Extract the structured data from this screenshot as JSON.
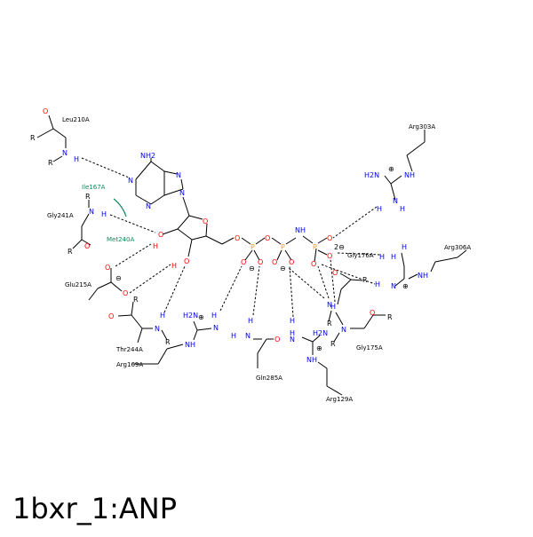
{
  "title": "1bxr_1:ANP",
  "colors": {
    "nitrogen": "#0000ff",
    "oxygen": "#ff0000",
    "phosphorus": "#ff9900",
    "carbon": "#000000",
    "hydrophobic": "#0a8a5a"
  },
  "atoms": {
    "nh2": "NH2",
    "n": "N",
    "o": "O",
    "p": "P",
    "h": "H",
    "r": "R",
    "oh": "O",
    "ho": "H",
    "nh": "NH",
    "h2n": "H2N",
    "hn": "H",
    "minus": "⊖",
    "plus": "⊕",
    "twominus": "2⊖"
  },
  "residues": {
    "leu210a": "Leu210A",
    "ile167a": "Ile167A",
    "gly241a": "Gly241A",
    "met240a": "Met240A",
    "glu215a": "Glu215A",
    "thr244a": "Thr244A",
    "arg169a": "Arg169A",
    "gln285a": "Gln285A",
    "arg129a": "Arg129A",
    "gly175a": "Gly175A",
    "gly176a": "Gly176A",
    "arg306a": "Arg306A",
    "arg303a": "Arg303A"
  }
}
